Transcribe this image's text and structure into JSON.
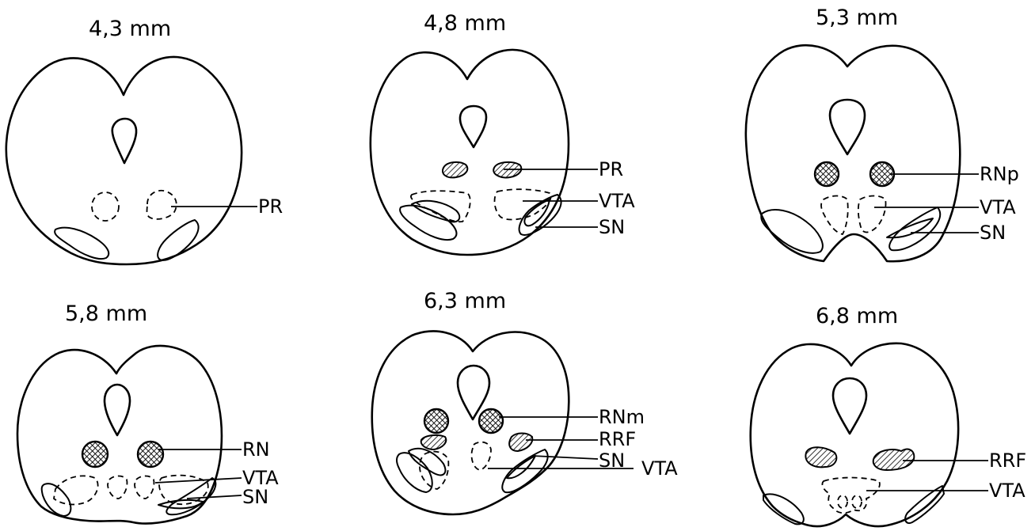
{
  "sections": [
    {
      "title": "4,3 mm",
      "labels": [
        "PR"
      ]
    },
    {
      "title": "4,8 mm",
      "labels": [
        "PR",
        "VTA",
        "SN"
      ]
    },
    {
      "title": "5,3 mm",
      "labels": [
        "RNp",
        "VTA",
        "SN"
      ]
    },
    {
      "title": "5,8 mm",
      "labels": [
        "RN",
        "VTA",
        "SN"
      ]
    },
    {
      "title": "6,3 mm",
      "labels": [
        "RNm",
        "RRF",
        "SN",
        "VTA"
      ]
    },
    {
      "title": "6,8 mm",
      "labels": [
        "RRF",
        "VTA"
      ]
    }
  ]
}
